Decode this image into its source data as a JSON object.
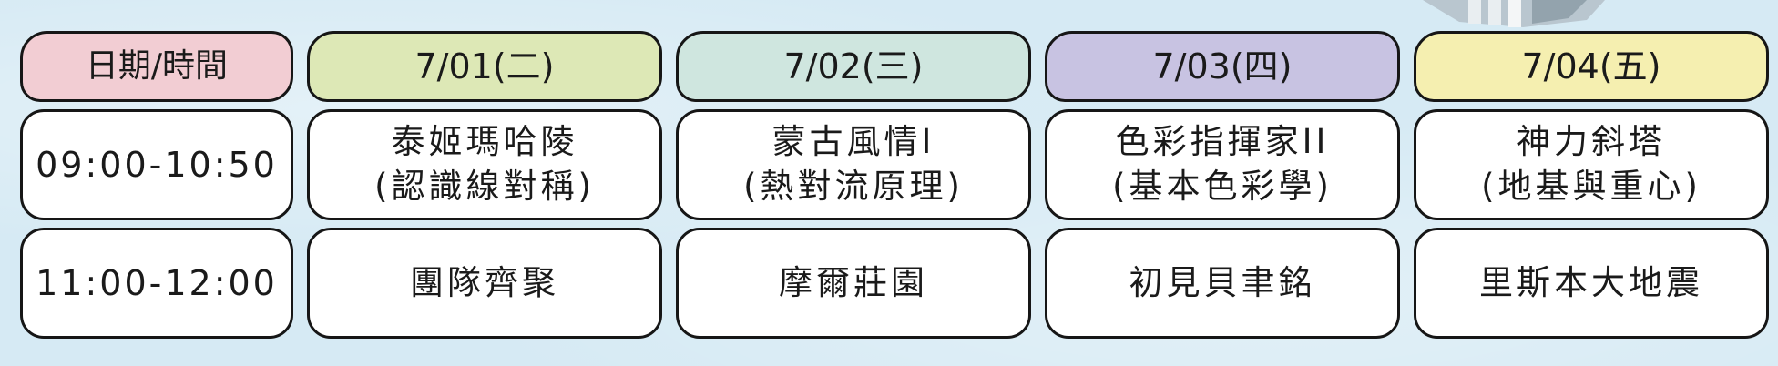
{
  "colors": {
    "background": "#d6eaf4",
    "header_label": "#f2cdd3",
    "header_day1": "#dde8b6",
    "header_day2": "#cfe6df",
    "header_day3": "#c8c3e2",
    "header_day4": "#f5efb0",
    "cell": "#ffffff",
    "border": "#161616"
  },
  "header": {
    "label": "日期/時間",
    "days": [
      "7/01(二)",
      "7/02(三)",
      "7/03(四)",
      "7/04(五)"
    ]
  },
  "rows": [
    {
      "time": "09:00-10:50",
      "sessions": [
        {
          "title": "泰姬瑪哈陵",
          "subtitle": "(認識線對稱)"
        },
        {
          "title": "蒙古風情I",
          "subtitle": "(熱對流原理)"
        },
        {
          "title": "色彩指揮家II",
          "subtitle": "(基本色彩學)"
        },
        {
          "title": "神力斜塔",
          "subtitle": "(地基與重心)"
        }
      ]
    },
    {
      "time": "11:00-12:00",
      "sessions": [
        {
          "title": "團隊齊聚"
        },
        {
          "title": "摩爾莊園"
        },
        {
          "title": "初見貝聿銘"
        },
        {
          "title": "里斯本大地震"
        }
      ]
    }
  ]
}
